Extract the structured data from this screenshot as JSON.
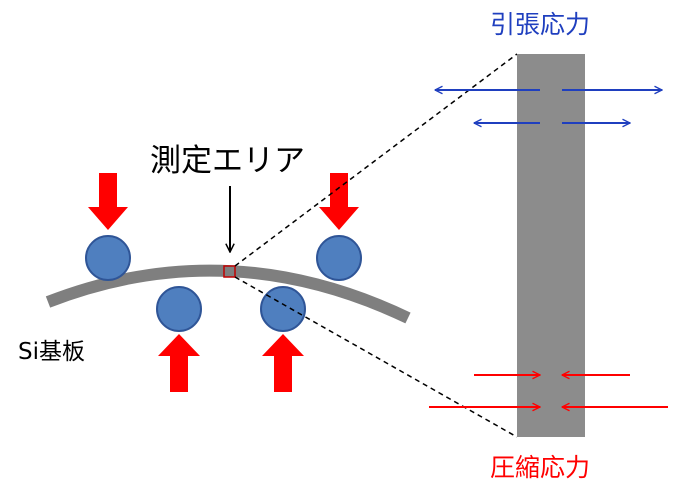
{
  "labels": {
    "tensile_stress": "引張応力",
    "compressive_stress": "圧縮応力",
    "measurement_area": "測定エリア",
    "substrate": "Si基板"
  },
  "colors": {
    "tensile": "#1f3fbf",
    "compressive": "#ff0000",
    "roller": "#4f7fbf",
    "roller_outline": "#2f5597",
    "wafer": "#7f7f7f",
    "cross_section": "#8c8c8c",
    "area_marker": "#c00000"
  },
  "icons": {
    "roller": "circle",
    "force_arrow": "red-block-arrow",
    "stress_arrow": "line-arrow"
  }
}
